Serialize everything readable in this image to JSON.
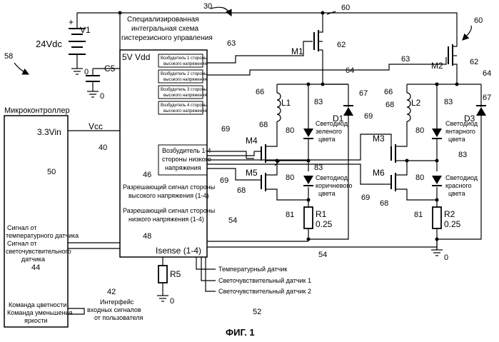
{
  "figure_caption": "ФИГ. 1",
  "refs": {
    "r30": "30",
    "r60a": "60",
    "r60b": "60",
    "r58": "58",
    "r63a": "63",
    "r63b": "63",
    "r62a": "62",
    "r62b": "62",
    "r64a": "64",
    "r64b": "64",
    "r66a": "66",
    "r66b": "66",
    "r83a": "83",
    "r83b": "83",
    "r83c": "83",
    "r83d": "83",
    "r67a": "67",
    "r67b": "67",
    "r68a": "68",
    "r68b": "68",
    "r68c": "68",
    "r68d": "68",
    "r80a": "80",
    "r80b": "80",
    "r80c": "80",
    "r80d": "80",
    "r69a": "69",
    "r69b": "69",
    "r69c": "69",
    "r69d": "69",
    "r40": "40",
    "r46": "46",
    "r48": "48",
    "r50": "50",
    "r44": "44",
    "r42": "42",
    "r52": "52",
    "r54a": "54",
    "r54b": "54",
    "r81a": "81",
    "r81b": "81",
    "r0a": "0",
    "r0b": "0",
    "r0c": "0",
    "r0d": "0"
  },
  "power": {
    "v1": "V1",
    "voltage": "24Vdc",
    "plus": "+",
    "minus": "−"
  },
  "ic": {
    "title_l1": "Специализированная",
    "title_l2": "интегральная схема",
    "title_l3": "гистерезисного управления",
    "vdd": "5V Vdd",
    "isense": "Isense (1-4)",
    "hs_driver_1_l1": "Возбудитель 1 стороны",
    "hs_driver_1_l2": "высокого напряжения",
    "hs_driver_2_l1": "Возбудитель 2 стороны",
    "hs_driver_2_l2": "высокого напряжения",
    "hs_driver_3_l1": "Возбудитель 3 стороны",
    "hs_driver_3_l2": "высокого напряжения",
    "hs_driver_4_l1": "Возбудитель 4 стороны",
    "hs_driver_4_l2": "высокого напряжения",
    "ls_driver_l1": "Возбудитель 1-4",
    "ls_driver_l2": "стороны низкого",
    "ls_driver_l3": "напряжения",
    "hs_enable_l1": "Разрешающий сигнал стороны",
    "hs_enable_l2": "высокого напряжения (1-4)",
    "ls_enable_l1": "Разрешающий сигнал стороны",
    "ls_enable_l2": "низкого напряжения (1-4)"
  },
  "components": {
    "c5": "C5",
    "m1": "M1",
    "m2": "M2",
    "m3": "M3",
    "m4": "M4",
    "m5": "M5",
    "m6": "M6",
    "l1": "L1",
    "l2": "L2",
    "d1": "D1",
    "d3": "D3",
    "r1": "R1",
    "r1_val": "0.25",
    "r2": "R2",
    "r2_val": "0.25",
    "r5": "R5"
  },
  "leds": {
    "green_l1": "Светодиод",
    "green_l2": "зеленого",
    "green_l3": "цвета",
    "amber_l1": "Светодиод",
    "amber_l2": "янтарного",
    "amber_l3": "цвета",
    "brown_l1": "Светодиод",
    "brown_l2": "коричневого",
    "brown_l3": "цвета",
    "red_l1": "Светодиод",
    "red_l2": "красного",
    "red_l3": "цвета"
  },
  "mcu": {
    "title": "Микроконтроллер",
    "vin": "3.3Vin",
    "vcc": "Vcc",
    "temp_sig_l1": "Сигнал от",
    "temp_sig_l2": "температурного датчика",
    "light_sig_l1": "Сигнал от",
    "light_sig_l2": "светочувствительного",
    "light_sig_l3": "датчика",
    "color_cmd": "Команда цветности",
    "dim_cmd_l1": "Команда уменьшения",
    "dim_cmd_l2": "яркости",
    "ui_l1": "Интерфейс",
    "ui_l2": "входных сигналов",
    "ui_l3": "от пользователя"
  },
  "sensors": {
    "temp": "Температурный датчик",
    "light1": "Светочувствительный датчик 1",
    "light2": "Светочувствительный датчик 2"
  }
}
